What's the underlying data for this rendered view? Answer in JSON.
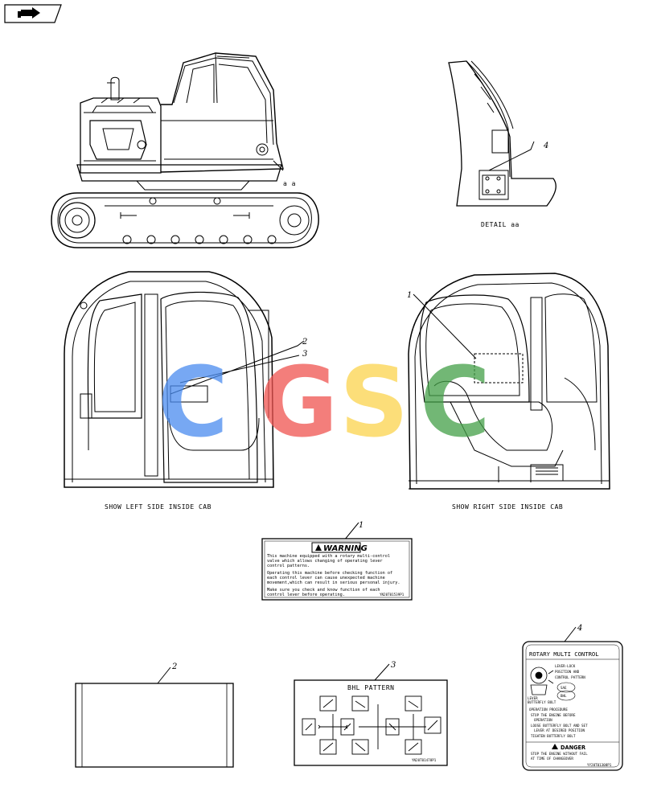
{
  "nav": {
    "icon": "forward-arrow-icon"
  },
  "views": {
    "detail_marker": "a a",
    "detail_title": "DETAIL aa",
    "left_cab_title": "SHOW LEFT SIDE INSIDE CAB",
    "right_cab_title": "SHOW RIGHT SIDE INSIDE CAB"
  },
  "callouts": {
    "c1": "1",
    "c2": "2",
    "c3": "3",
    "c4": "4"
  },
  "watermark": {
    "letters": [
      "C",
      "G",
      "S",
      "C"
    ],
    "colors": [
      "#4a8cf0",
      "#ef5350",
      "#fbd34d",
      "#43a047"
    ]
  },
  "decal1": {
    "title": "WARNING",
    "lines": [
      "This machine equipped with a rotary multi-control",
      "valve which allows changing of operating lever",
      "control patterns.",
      "Operating this machine before checking function of",
      "each control lever can cause unexpected machine",
      "movement,which can result in serious personal injury.",
      "Make sure you check and know function of each",
      "control lever before operating."
    ],
    "part_no": "YN20T01539P1"
  },
  "decal3": {
    "title": "BHL  PATTERN",
    "part_no": "YN20T01478P1"
  },
  "decal4": {
    "title": "ROTARY MULTI CONTROL",
    "lever_lines": [
      "LEVER-LOCK",
      "POSITION AND",
      "CONTROL PATTERN"
    ],
    "sae": "SAE",
    "bhl": "BHL",
    "lever_label": "LEVER",
    "butterfly_label": "BUTTERFLY BOLT",
    "procedure_title": "OPERATION PROCEDURE",
    "steps": [
      "STOP THE ENGINE BEFORE",
      "OPERATION",
      "LOOSE BUTTERFLY BOLT AND SET",
      "LEVER AT DESIRED POSITION",
      "TIGHTEN BUTTERFLY BOLT"
    ],
    "danger": "DANGER",
    "danger_lines": [
      "STOP THE ENGINE WITHOUT FAIL",
      "AT TIME OF CHANGEOVER"
    ],
    "part_no": "YY20T01308P1"
  }
}
